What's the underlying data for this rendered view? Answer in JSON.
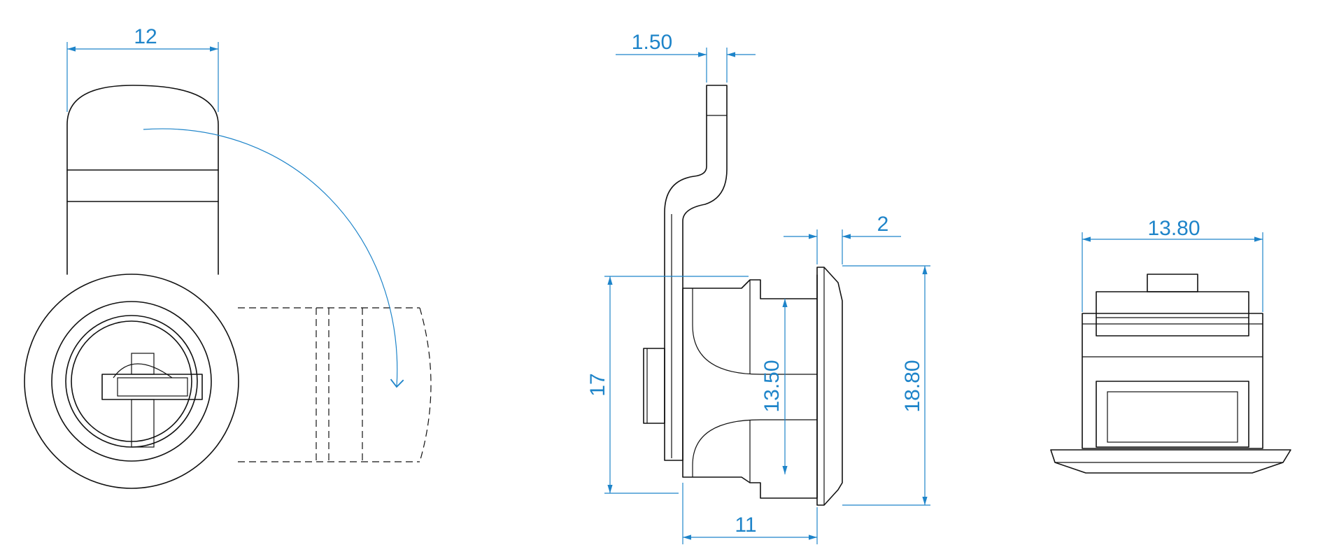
{
  "colors": {
    "outline": "#111111",
    "dimension": "#1e84c9",
    "background": "#ffffff"
  },
  "views": {
    "front": {
      "dims": {
        "width": "12"
      }
    },
    "side": {
      "dims": {
        "cam_thickness": "1.50",
        "flange_thickness": "2",
        "total_height": "17",
        "body_height": "13.50",
        "flange_height": "18.80",
        "body_length": "11"
      }
    },
    "top": {
      "dims": {
        "width": "13.80"
      }
    }
  }
}
